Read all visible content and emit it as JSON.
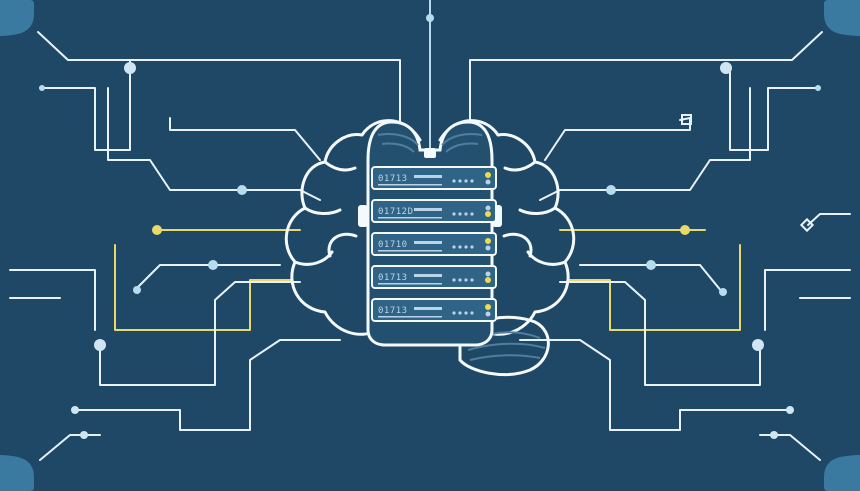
{
  "illustration": {
    "theme_colors": {
      "background": "#1f4866",
      "line": "#e8f2fa",
      "line_soft": "#b6dced",
      "accent": "#e8d96a",
      "node": "#cfe6f2",
      "corner": "#3d7fa6",
      "rack_body": "#24506f",
      "rack_panel": "#2f6487",
      "rack_text": "#b9d4ea",
      "led": "#f0d94c"
    },
    "server_rack": {
      "units": [
        {
          "label": "01713"
        },
        {
          "label": "01712D"
        },
        {
          "label": "01710"
        },
        {
          "label": "01713"
        },
        {
          "label": "01713"
        }
      ]
    },
    "icons": [
      "brain-outline-icon",
      "server-rack-icon",
      "circuit-lines-icon",
      "corner-ornament-icon"
    ]
  }
}
